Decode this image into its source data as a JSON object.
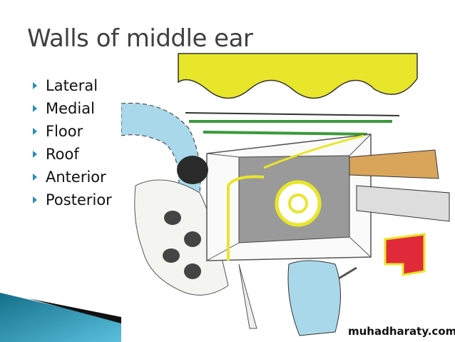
{
  "slide": {
    "title": "Walls of middle ear",
    "bullets": [
      "Lateral",
      "Medial",
      "Floor",
      "Roof",
      "Anterior",
      "Posterior"
    ],
    "watermark": "muhadharaty.com"
  },
  "colors": {
    "accent": "#2a8fb3",
    "title": "#404040"
  }
}
